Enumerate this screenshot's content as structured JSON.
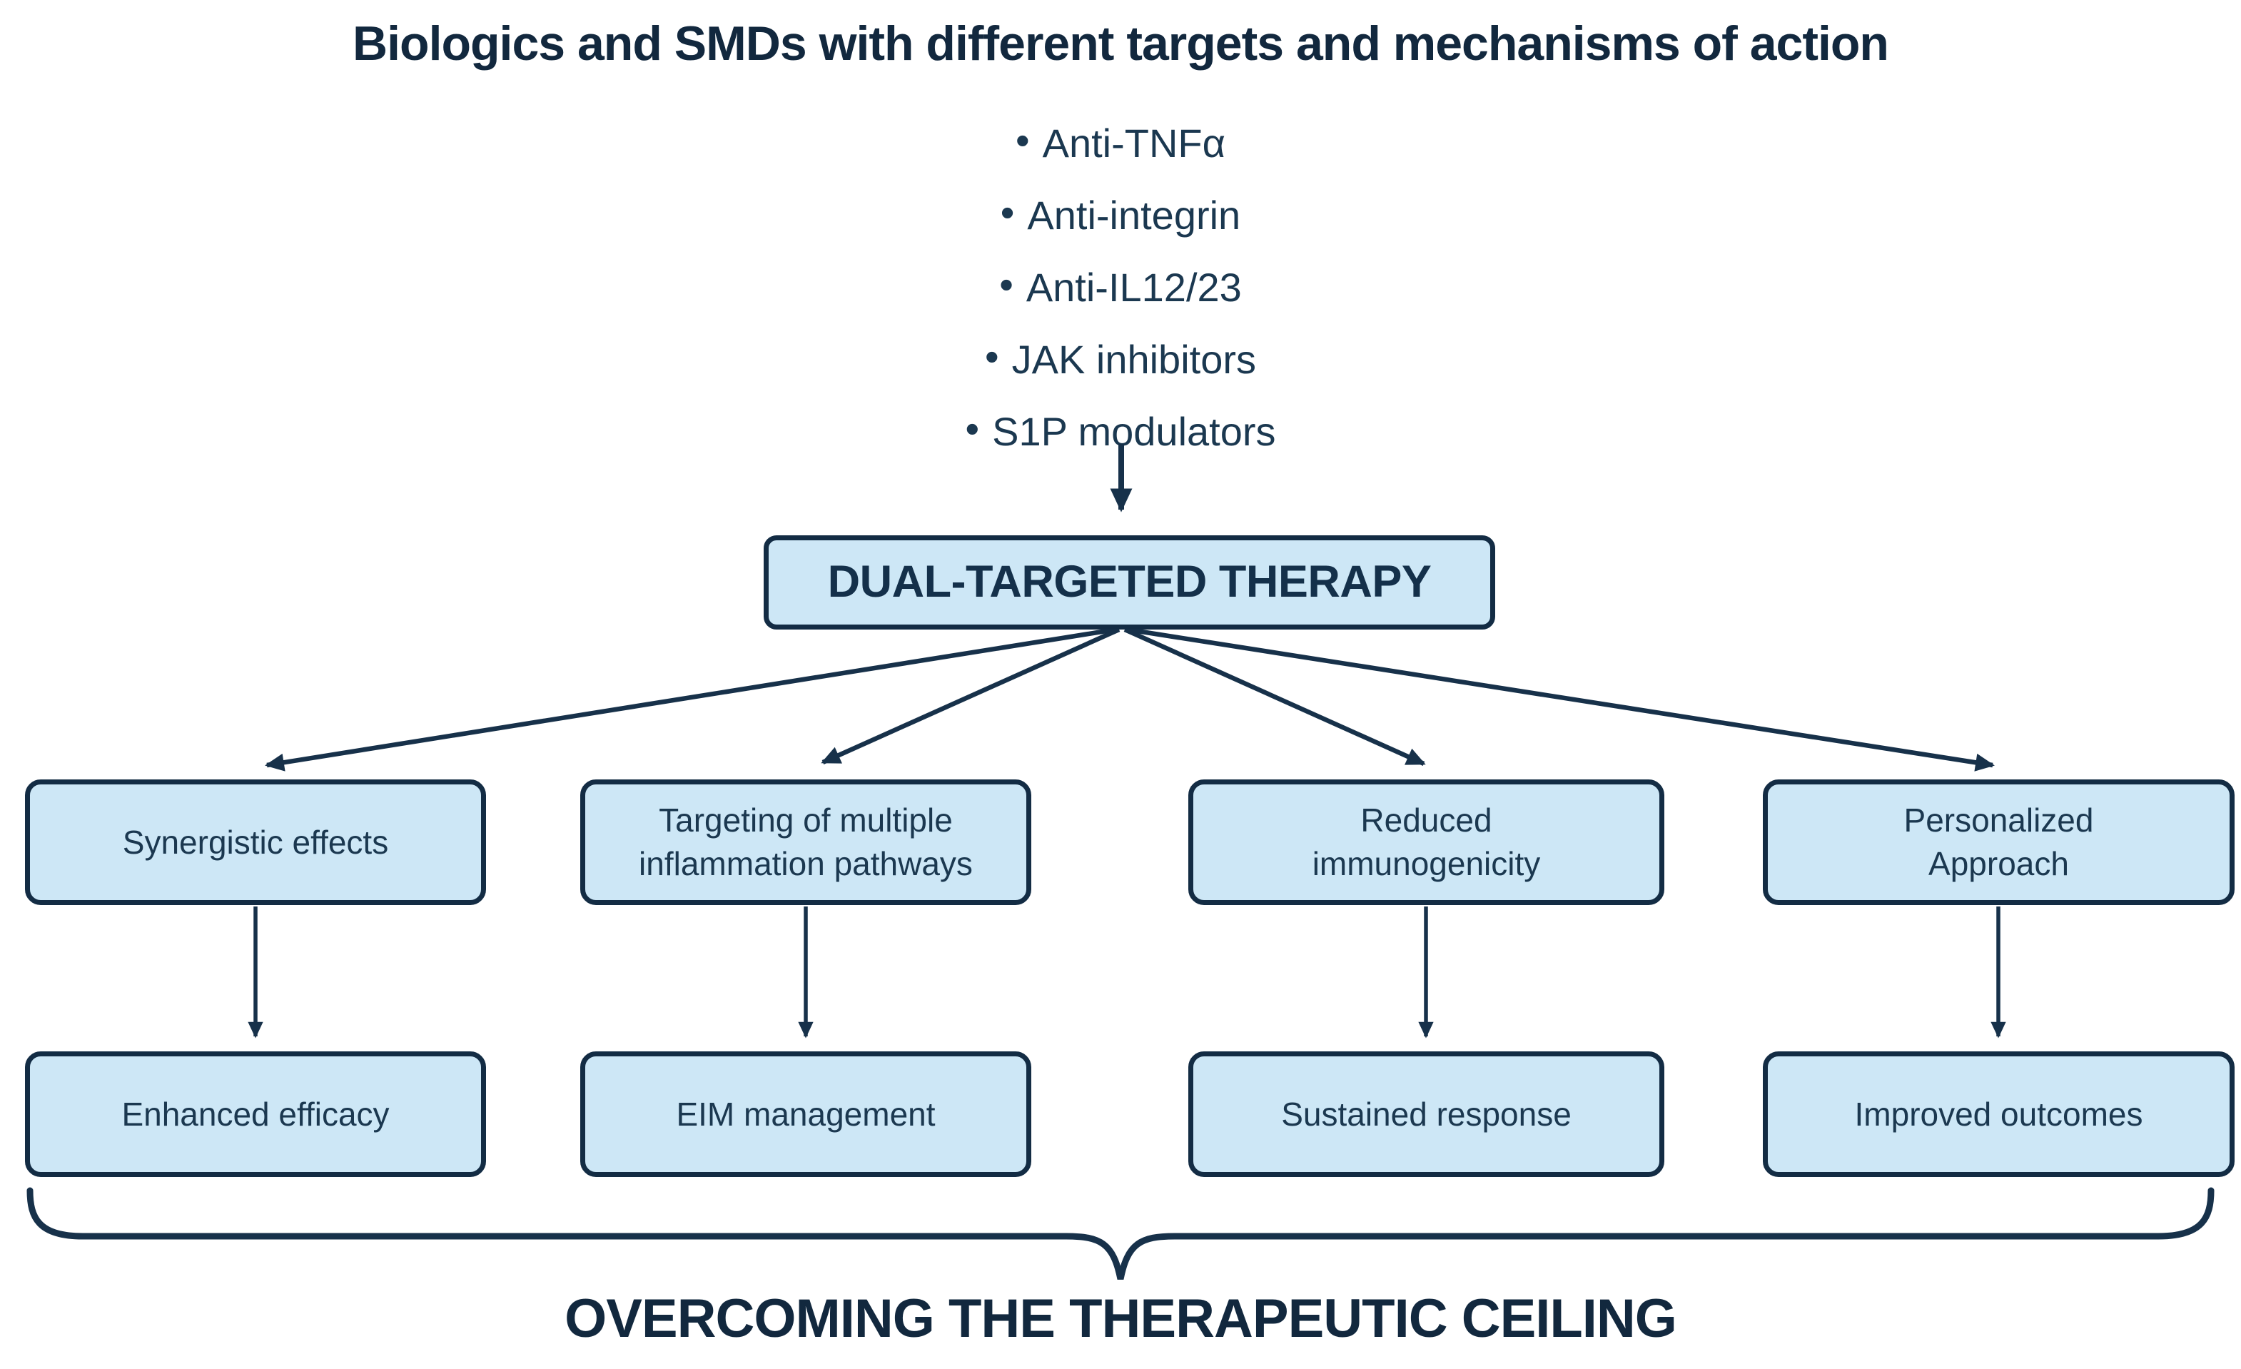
{
  "palette": {
    "navy": "#17314a",
    "box_fill": "#cde7f6",
    "background": "#ffffff"
  },
  "header": {
    "title": "Biologics and SMDs with different targets and mechanisms of action"
  },
  "mechanisms": {
    "bullet_glyph": "•",
    "items": [
      "Anti-TNFα",
      "Anti-integrin",
      "Anti-IL12/23",
      "JAK inhibitors",
      "S1P modulators"
    ]
  },
  "central_node": {
    "label": "DUAL-TARGETED THERAPY"
  },
  "benefit_pairs": [
    {
      "benefit": "Synergistic effects",
      "outcome": "Enhanced efficacy"
    },
    {
      "benefit": "Targeting of multiple\ninflammation pathways",
      "outcome": "EIM management"
    },
    {
      "benefit": "Reduced\nimmunogenicity",
      "outcome": "Sustained response"
    },
    {
      "benefit": "Personalized\nApproach",
      "outcome": "Improved outcomes"
    }
  ],
  "footer": {
    "title": "OVERCOMING THE THERAPEUTIC CEILING"
  }
}
